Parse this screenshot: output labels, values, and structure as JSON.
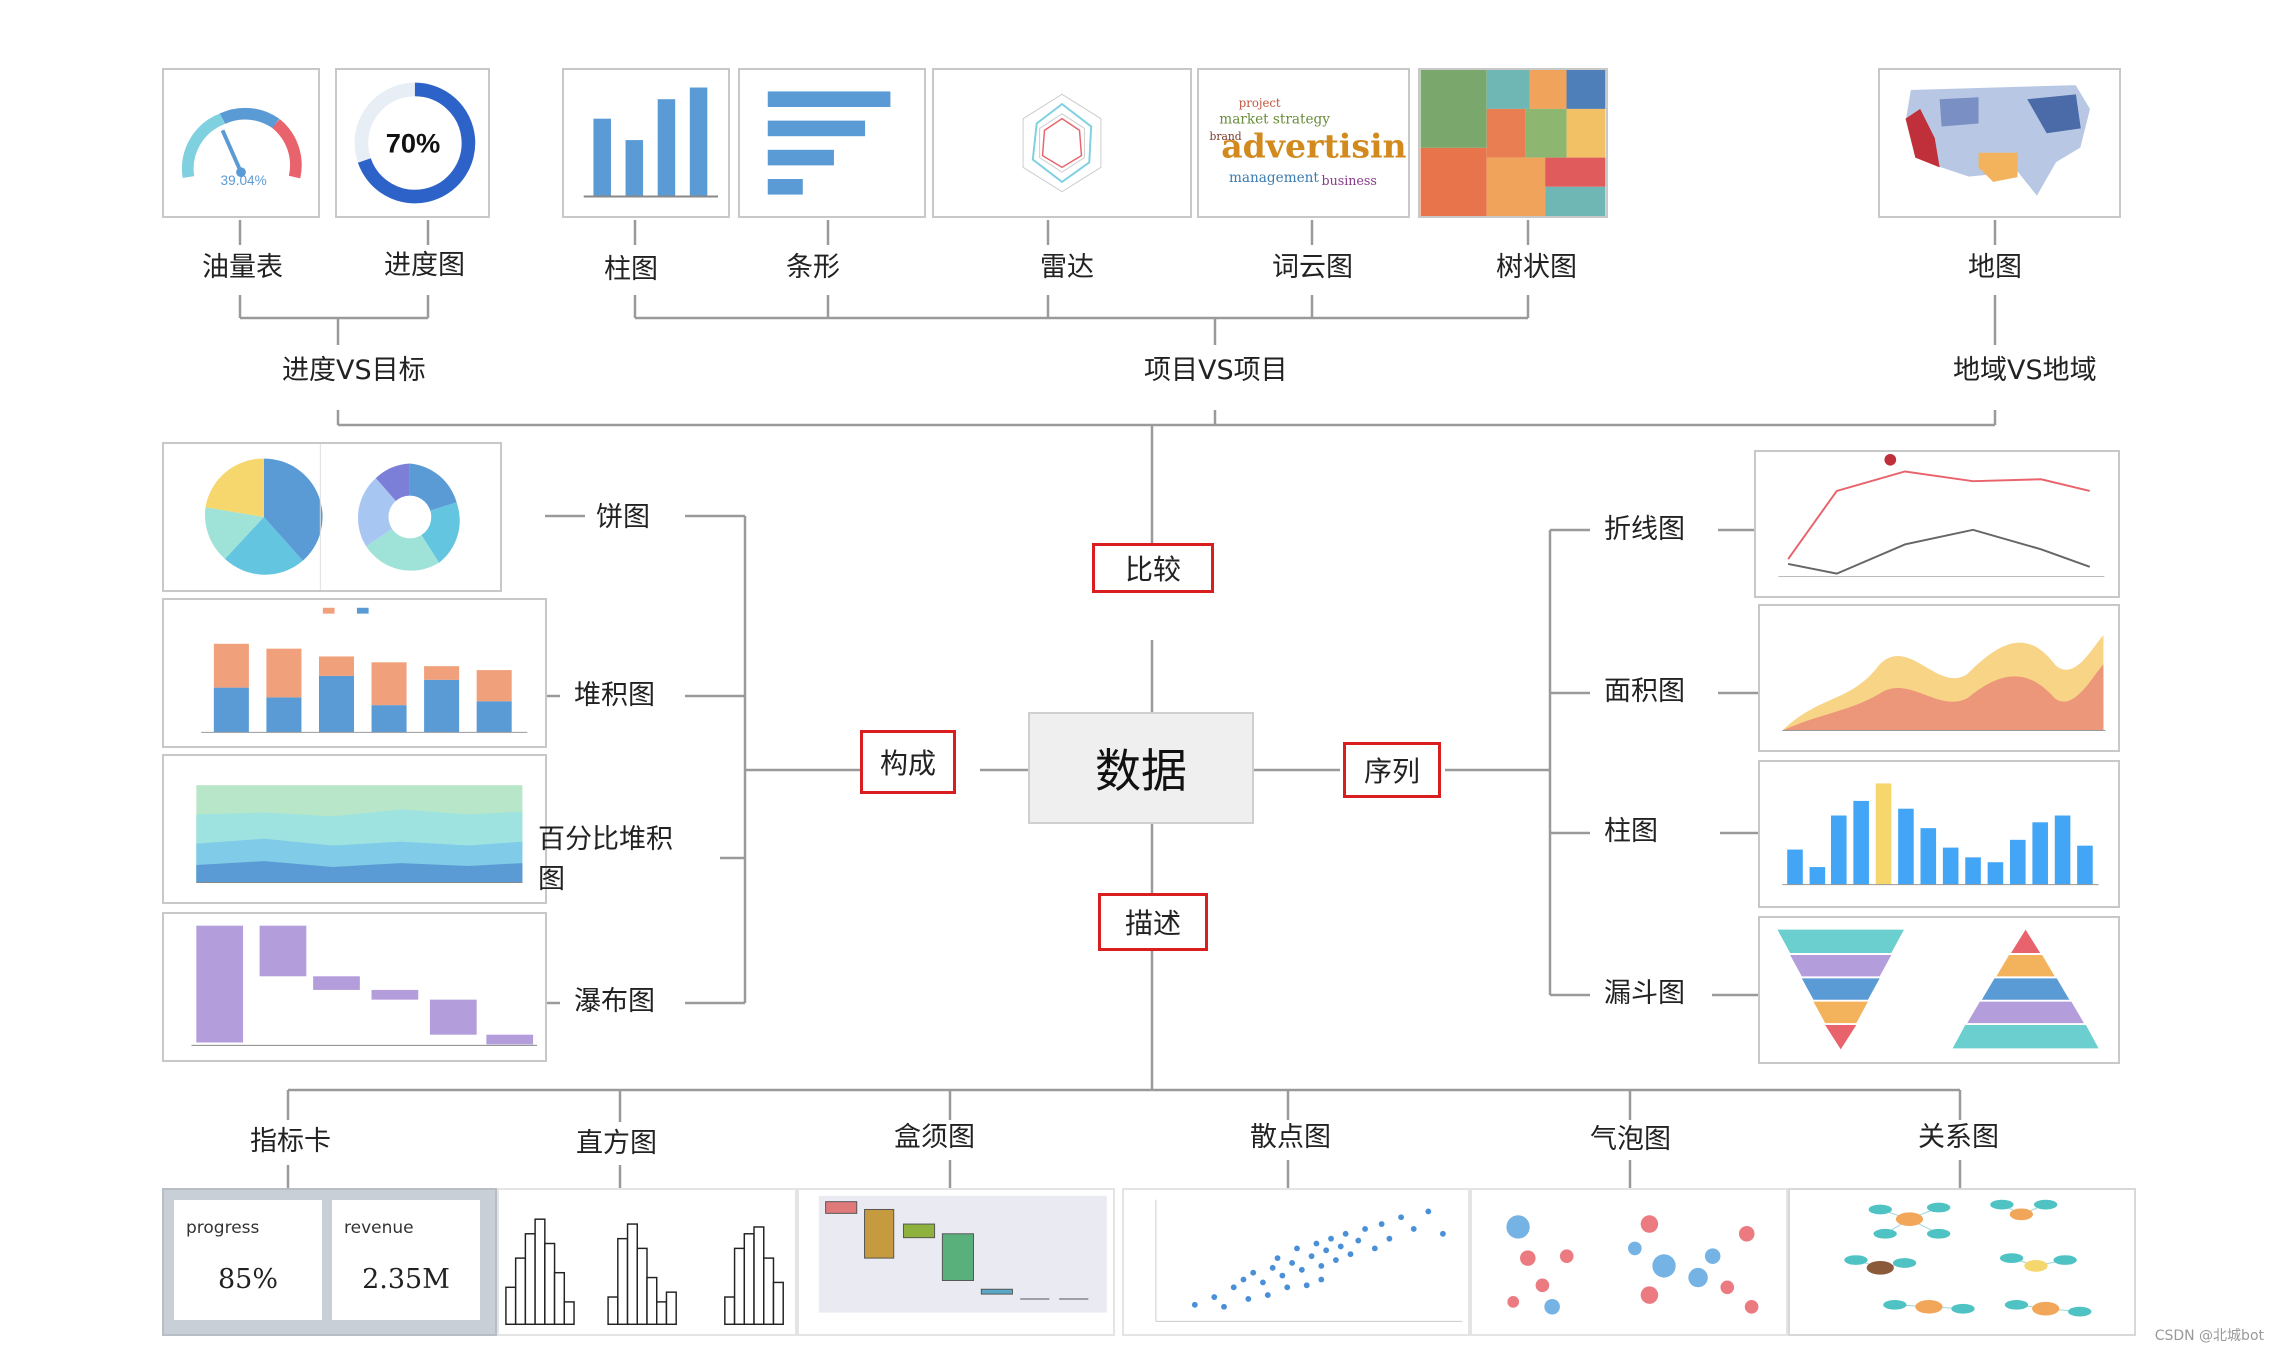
{
  "center_label": "数据",
  "branches": {
    "compare": "比较",
    "compose": "构成",
    "sequence": "序列",
    "describe": "描述"
  },
  "compare_groups": {
    "progress_vs_target": "进度VS目标",
    "item_vs_item": "项目VS项目",
    "region_vs_region": "地域VS地域"
  },
  "compare_charts": {
    "gauge": "油量表",
    "progress": "进度图",
    "column": "柱图",
    "bar": "条形",
    "radar": "雷达",
    "wordcloud": "词云图",
    "treemap": "树状图",
    "map": "地图"
  },
  "compose_charts": {
    "pie": "饼图",
    "stacked": "堆积图",
    "percent_stacked": "百分比堆积图",
    "waterfall": "瀑布图"
  },
  "sequence_charts": {
    "line": "折线图",
    "area": "面积图",
    "column": "柱图",
    "funnel": "漏斗图"
  },
  "describe_charts": {
    "kpi": "指标卡",
    "histogram": "直方图",
    "boxplot": "盒须图",
    "scatter": "散点图",
    "bubble": "气泡图",
    "relation": "关系图"
  },
  "thumb_text": {
    "gauge_value": "39.04%",
    "progress_value": "70%",
    "wordcloud_word": "advertising"
  },
  "kpi_cards": [
    {
      "key": "progress",
      "value": "85%"
    },
    {
      "key": "revenue",
      "value": "2.35M"
    }
  ],
  "footer": "CSDN @北城bot",
  "colors": {
    "accent_red": "#d81e1e",
    "blue": "#5b9bd5",
    "orange": "#f0a07a",
    "line_gray": "#999999"
  }
}
